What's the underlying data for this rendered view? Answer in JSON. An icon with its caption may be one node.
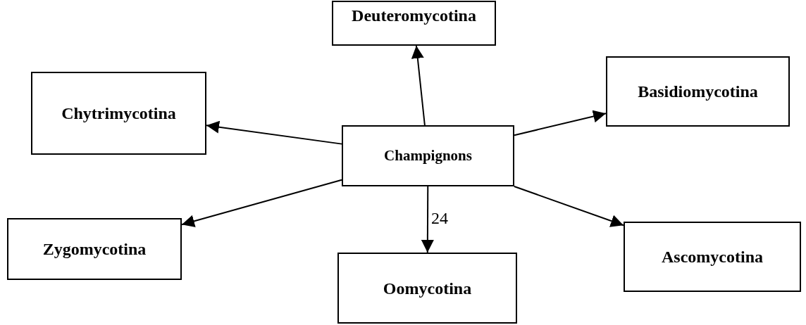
{
  "diagram": {
    "nodes": [
      {
        "text": [
          "Deuteromycotina"
        ]
      },
      {
        "text": [
          "Chytrimycotina"
        ]
      },
      {
        "text": [
          "Basidiomycotina"
        ]
      },
      {
        "text": [
          "Champignons"
        ]
      },
      {
        "text": [
          "Zygomycotina"
        ]
      },
      {
        "text": [
          "Ascomycotina"
        ]
      },
      {
        "text": [
          "Oomycotina"
        ]
      }
    ],
    "edges": [
      {
        "from": 3,
        "to": 0,
        "arrow": "to"
      },
      {
        "from": 3,
        "to": 1,
        "arrow": "to"
      },
      {
        "from": 3,
        "to": 2,
        "arrow": "to"
      },
      {
        "from": 3,
        "to": 4,
        "arrow": "to"
      },
      {
        "from": 3,
        "to": 5,
        "arrow": "to"
      },
      {
        "from": 3,
        "to": 6,
        "arrow": "to"
      }
    ],
    "labels": [
      "24"
    ]
  }
}
